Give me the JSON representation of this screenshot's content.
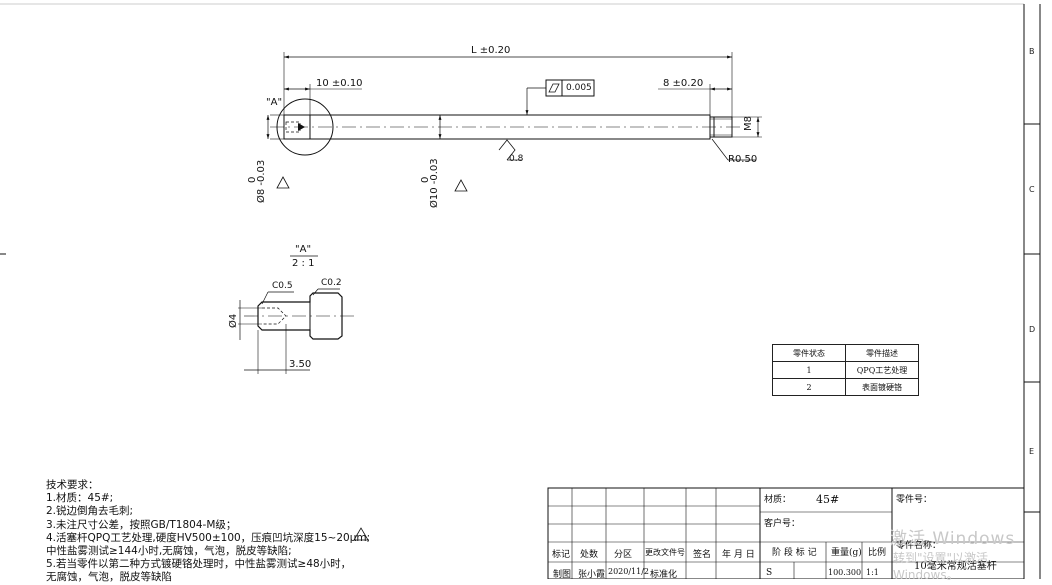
{
  "dims": {
    "L": "L ±0.20",
    "left_len": "10 ±0.10",
    "right_len": "8 ±0.20",
    "flatness": "0.005",
    "roughness": "0.8",
    "fillet": "R0.50",
    "thread": "M8",
    "d8_top": "0",
    "d8": "Ø8 -0.03",
    "d10_top": "0",
    "d10": "Ø10 -0.03",
    "detail_ref": "\"A\"",
    "detail_title": "\"A\"",
    "detail_scale": "2 : 1",
    "c05": "C0.5",
    "c02": "C0.2",
    "d4": "Ø4",
    "depth": "3.50"
  },
  "zones": [
    "B",
    "C",
    "D",
    "E"
  ],
  "parts_table": {
    "headers": [
      "零件状态",
      "零件描述"
    ],
    "rows": [
      [
        "1",
        "QPQ工艺处理"
      ],
      [
        "2",
        "表面镀硬铬"
      ]
    ]
  },
  "requirements": {
    "title": "技术要求：",
    "lines": [
      "1.材质：45#;",
      "2.锐边倒角去毛刺;",
      "3.未注尺寸公差，按照GB/T1804-M级；",
      "4.活塞杆QPQ工艺处理,硬度HV500±100，压痕凹坑深度15~20μm;",
      "中性盐雾测试≥144小时,无腐蚀，气泡，脱皮等缺陷;",
      "5.若当零件以第二种方式镀硬铬处理时，中性盐雾测试≥48小时，",
      "无腐蚀，气泡，脱皮等缺陷"
    ]
  },
  "title_block": {
    "material_label": "材质：",
    "material_value": "45#",
    "part_no_label": "零件号：",
    "customer_label": "客户号：",
    "part_name_label": "零件名称：",
    "part_name_value": "10毫米常规活塞杆",
    "col_headers": [
      "标记",
      "处数",
      "分区",
      "更改文件号",
      "签名",
      "年 月 日"
    ],
    "stage_label": "阶 段 标 记",
    "weight_label": "重量(g)",
    "scale_label": "比例",
    "row_values": [
      "制图",
      "张小霞",
      "2020/11/2",
      "标准化"
    ],
    "stage_value": "S",
    "weight_value": "100.300",
    "scale_value": "1:1"
  },
  "watermark": {
    "line1": "激活 Windows",
    "line2": "转到\"设置\"以激活 Windows。"
  }
}
